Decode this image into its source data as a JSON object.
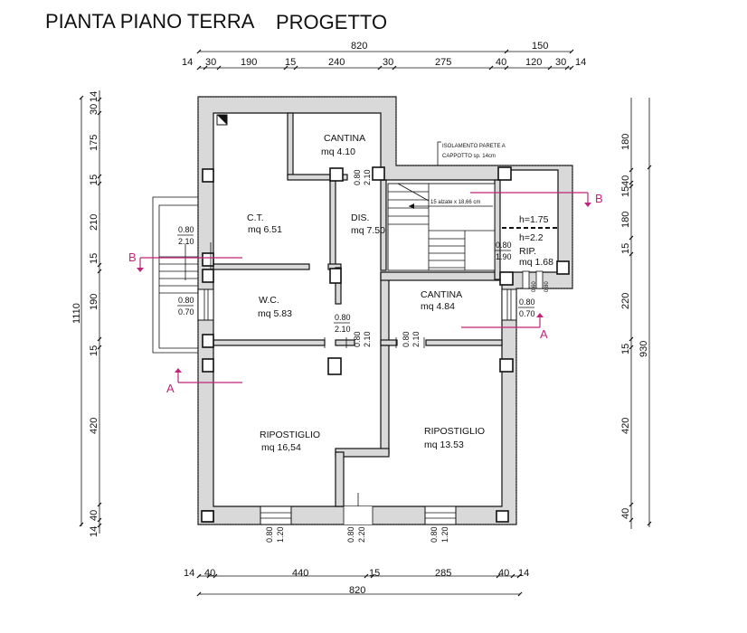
{
  "title": {
    "part1": "PIANTA PIANO TERRA",
    "part2": "PROGETTO"
  },
  "dims_top": {
    "total_main": "820",
    "total_side": "150",
    "segments": [
      "14",
      "30",
      "190",
      "15",
      "240",
      "30",
      "275",
      "40",
      "120",
      "30",
      "14"
    ]
  },
  "dims_bottom": {
    "segments": [
      "14",
      "40",
      "440",
      "15",
      "285",
      "40",
      "14"
    ],
    "total": "820"
  },
  "dims_left": {
    "segments": [
      "14",
      "30",
      "175",
      "15",
      "210",
      "15",
      "190",
      "15",
      "420",
      "40",
      "14"
    ],
    "total": "1110"
  },
  "dims_right": {
    "segments": [
      "180",
      "40",
      "15",
      "180",
      "15",
      "220",
      "15",
      "420",
      "40"
    ],
    "total": "930"
  },
  "rooms": [
    {
      "name": "CANTINA",
      "area": "mq 4.10"
    },
    {
      "name": "C.T.",
      "area": "mq 6.51"
    },
    {
      "name": "DIS.",
      "area": "mq 7.50"
    },
    {
      "name": "W.C.",
      "area": "mq 5.83"
    },
    {
      "name": "CANTINA",
      "area": "mq 4.84"
    },
    {
      "name": "RIP.",
      "area": "mq 1.68"
    },
    {
      "name": "RIPOSTIGLIO",
      "area": "mq 16,54"
    },
    {
      "name": "RIPOSTIGLIO",
      "area": "mq 13.53"
    }
  ],
  "annotations": {
    "insulation_1": "ISOLAMENTO PARETE A",
    "insulation_2": "CAPPOTTO sp. 14cm",
    "stairs": "15 alzate x 18,66 cm",
    "height_1": "h=1.75",
    "height_2": "h=2.2"
  },
  "openings": [
    {
      "w": "0.80",
      "h": "2.10"
    },
    {
      "w": "0.80",
      "h": "2.10"
    },
    {
      "w": "0.80",
      "h": "0.70"
    },
    {
      "w": "0.80",
      "h": "2.10"
    },
    {
      "w": "0.80",
      "h": "2.10"
    },
    {
      "w": "0.80",
      "h": "2.10"
    },
    {
      "w": "0.80",
      "h": "1.90"
    },
    {
      "w": "0.60",
      "h": "0.80"
    },
    {
      "w": "0.80",
      "h": "0.70"
    },
    {
      "w": "0.80",
      "h": "1.20"
    },
    {
      "w": "0.80",
      "h": "2.20"
    },
    {
      "w": "0.80",
      "h": "1.20"
    }
  ],
  "section_marks": {
    "a": "A",
    "b": "B"
  }
}
